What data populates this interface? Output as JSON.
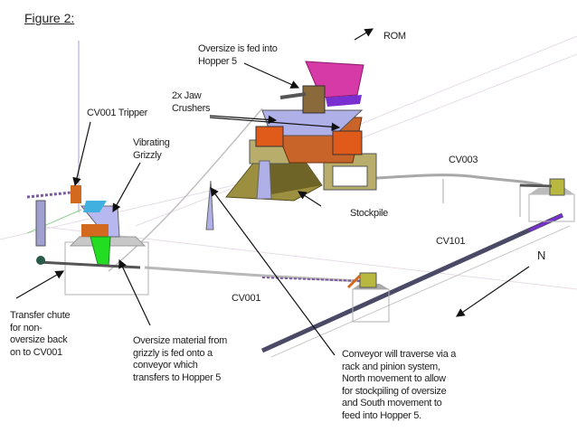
{
  "figure_title": "Figure 2:",
  "labels": {
    "rom": "ROM",
    "oversize_hopper": "Oversize is fed into\nHopper 5",
    "jaw_crushers": "2x Jaw\nCrushers",
    "cv001_tripper": "CV001 Tripper",
    "vibrating_grizzly": "Vibrating\nGrizzly",
    "stockpile": "Stockpile",
    "cv003": "CV003",
    "cv101": "CV101",
    "north": "N",
    "cv001": "CV001",
    "transfer_chute": "Transfer chute\nfor non-\noversize back\non to CV001",
    "oversize_material": "Oversize material from\ngrizzly is fed onto a\nconveyor which\ntransfers to Hopper 5",
    "conveyor_traverse": "Conveyor will traverse via a\nrack and pinion system,\nNorth movement to allow\nfor stockpiling of oversize\nand South movement to\nfeed into Hopper 5."
  },
  "colors": {
    "hopper": "#d63aa6",
    "crusher": "#d2691e",
    "frame": "#a89a50",
    "chute": "#22dd22",
    "grizzly": "#b8b8f0",
    "conveyor": "#5a5a7a",
    "belt_purple": "#7a2fd0"
  }
}
